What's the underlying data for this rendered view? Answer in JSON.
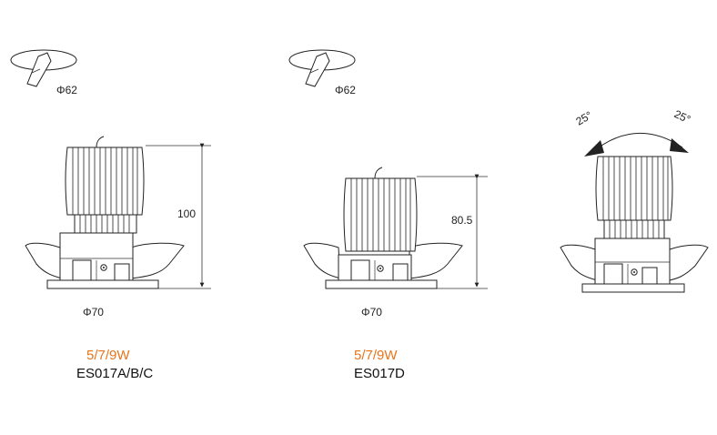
{
  "products": [
    {
      "wattage": "5/7/9W",
      "model": "ES017A/B/C",
      "cutout": "Φ62",
      "width": "Φ70",
      "height": "100"
    },
    {
      "wattage": "5/7/9W",
      "model": "ES017D",
      "cutout": "Φ62",
      "width": "Φ70",
      "height": "80.5"
    }
  ],
  "tilt": {
    "left": "25°",
    "right": "25°"
  },
  "colors": {
    "accent": "#e8741c",
    "line": "#222222"
  }
}
